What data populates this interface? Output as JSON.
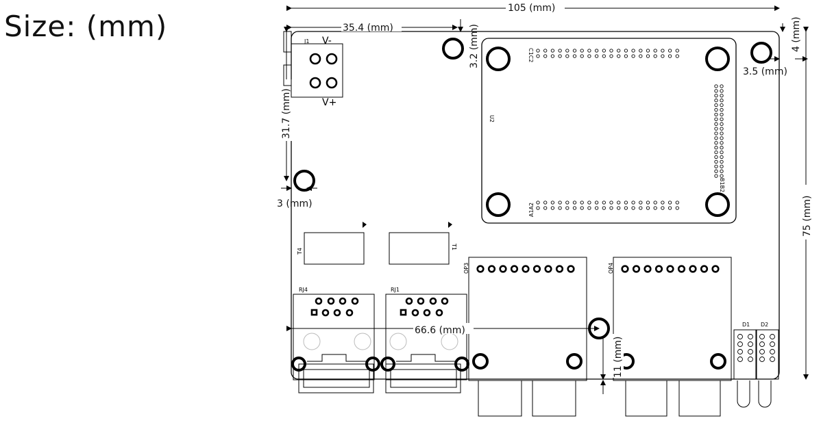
{
  "title": "Size: (mm)",
  "dimensions": {
    "width_total": "105 (mm)",
    "j1_offset": "35.4 (mm)",
    "hole_top_offset": "3.2 (mm)",
    "hole_right_offset": "4 (mm)",
    "hole_right_3_5": "3.5 (mm)",
    "left_31_7": "31.7 (mm)",
    "left_3": "3 (mm)",
    "height_total": "75 (mm)",
    "width_66_6": "66.6 (mm)",
    "bottom_11": "11 (mm)"
  },
  "labels": {
    "j1": "J1",
    "v_minus": "V-",
    "v_plus": "V+",
    "u2": "U2",
    "c1c2": "C1C2",
    "b1b2": "B1B2",
    "a1a2": "A1A2",
    "t4": "T4",
    "t1": "T1",
    "op3": "OP3",
    "op4": "OP4",
    "rj4": "RJ4",
    "rj1": "RJ1",
    "d1": "D1",
    "d2": "D2"
  }
}
